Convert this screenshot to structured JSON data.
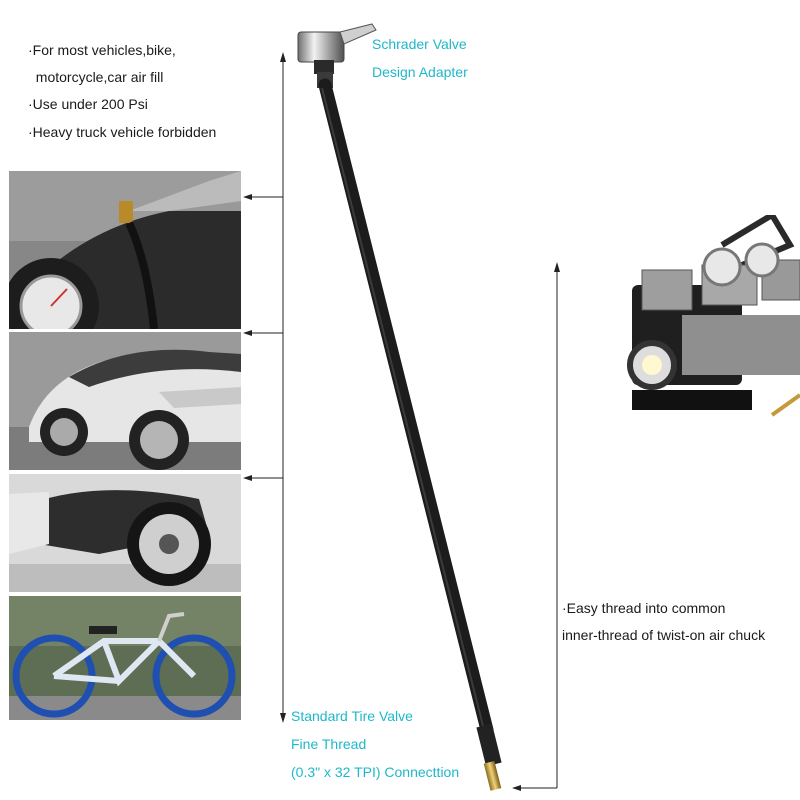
{
  "features": [
    "·For most vehicles,bike,",
    "  motorcycle,car air fill",
    "·Use under 200 Psi",
    "·Heavy truck vehicle forbidden"
  ],
  "top_callout": [
    "Schrader Valve",
    "Design Adapter"
  ],
  "bottom_callout": [
    "Standard Tire Valve",
    "Fine Thread",
    "(0.3\" x 32 TPI) Connecttion"
  ],
  "right_callout": [
    "·Easy thread into common",
    "inner-thread of twist-on air chuck"
  ],
  "colors": {
    "accent": "#1fb8c9",
    "hose": "#1c1c1c",
    "text": "#1a1a1a"
  },
  "photos": [
    "tire-valve-photo",
    "car-photo",
    "motorcycle-photo",
    "bicycle-photo",
    "air-compressor-photo"
  ]
}
